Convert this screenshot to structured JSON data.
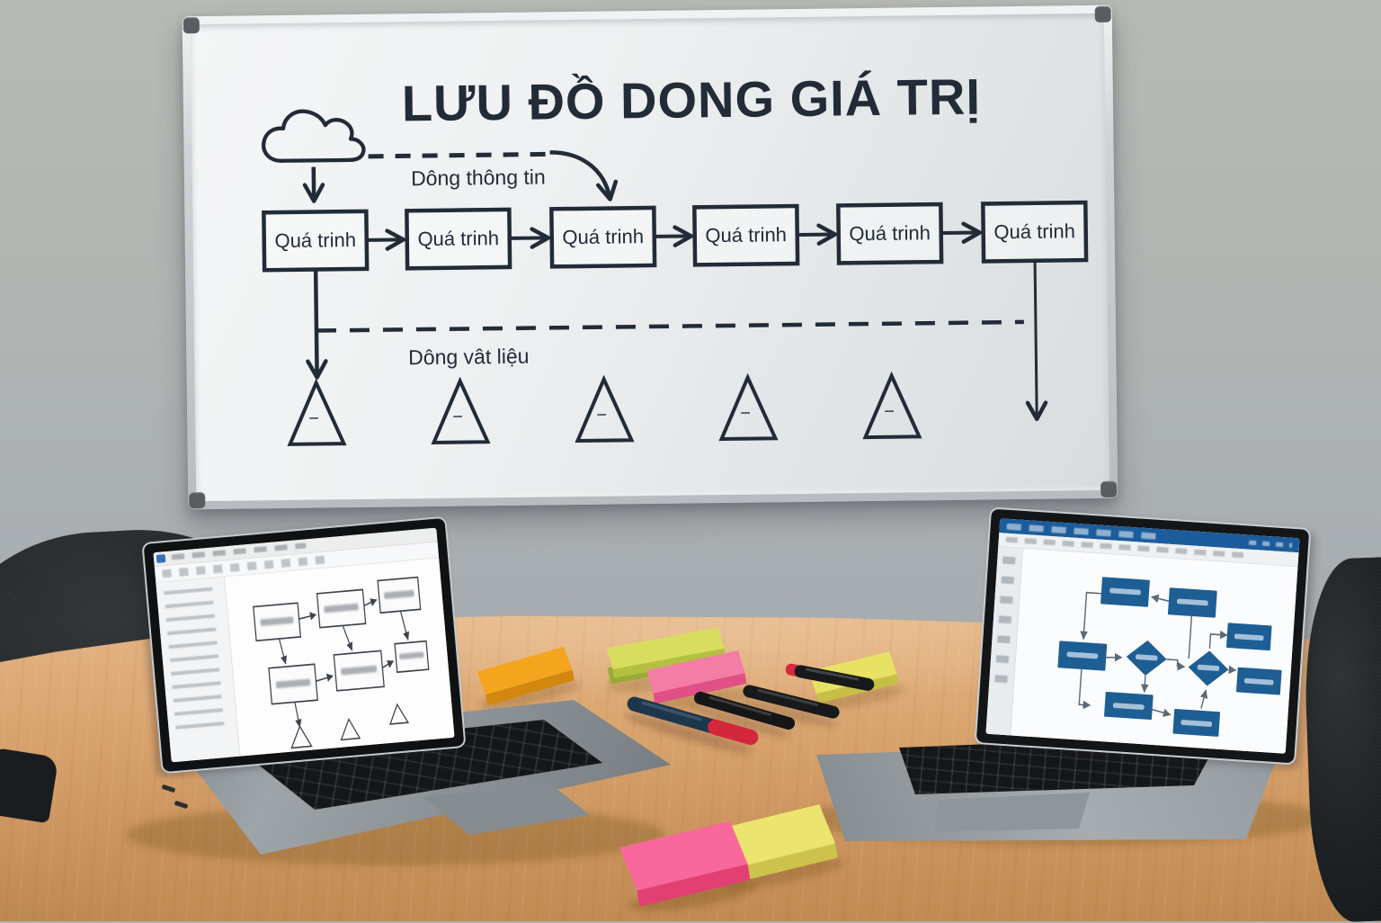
{
  "whiteboard": {
    "title": "LƯU ĐỒ DONG GIÁ TRỊ",
    "information_flow_label": "Dông thông tin",
    "material_flow_label": "Dông vât liệu",
    "process_boxes": [
      {
        "label": "Quá trinh"
      },
      {
        "label": "Quá trinh"
      },
      {
        "label": "Quá trinh"
      },
      {
        "label": "Quá trinh"
      },
      {
        "label": "Quá trinh"
      },
      {
        "label": "Quá trinh"
      }
    ],
    "supplier_symbol": "cloud-icon",
    "inventory_triangle_count": 5,
    "inventory_triangle_mark": "−",
    "ink_color": "#222b36"
  },
  "left_laptop": {
    "display": "flowchart-diagram-light-theme",
    "shape_outline_color": "#3d444b",
    "logo_color": "#3b6fb5"
  },
  "right_laptop": {
    "display": "flowchart-diagram-blue-theme",
    "titlebar_color": "#1c5c9c",
    "shape_fill_color": "#1d5e94"
  },
  "desk": {
    "surface_color": "#d7a26c",
    "sticky_pads": [
      {
        "name": "orange-pad",
        "color": "#f3a51d"
      },
      {
        "name": "green-pad-stack",
        "color": "#d8dd60"
      },
      {
        "name": "pink-pad",
        "color": "#f47da6"
      },
      {
        "name": "yellow-pad",
        "color": "#e7e164"
      },
      {
        "name": "pink-pad-front",
        "color": "#f9689c"
      },
      {
        "name": "yellow-pad-front",
        "color": "#ebe46f"
      }
    ],
    "markers": [
      {
        "name": "navy-marker-red-cap",
        "colors": [
          "#1e364d",
          "#d3273c"
        ]
      },
      {
        "name": "black-marker",
        "colors": [
          "#141618"
        ]
      },
      {
        "name": "black-marker",
        "colors": [
          "#17191a"
        ]
      },
      {
        "name": "black-marker-red-tip",
        "colors": [
          "#17191b",
          "#d5293d"
        ]
      }
    ]
  },
  "wall_color": "#aab0b2"
}
